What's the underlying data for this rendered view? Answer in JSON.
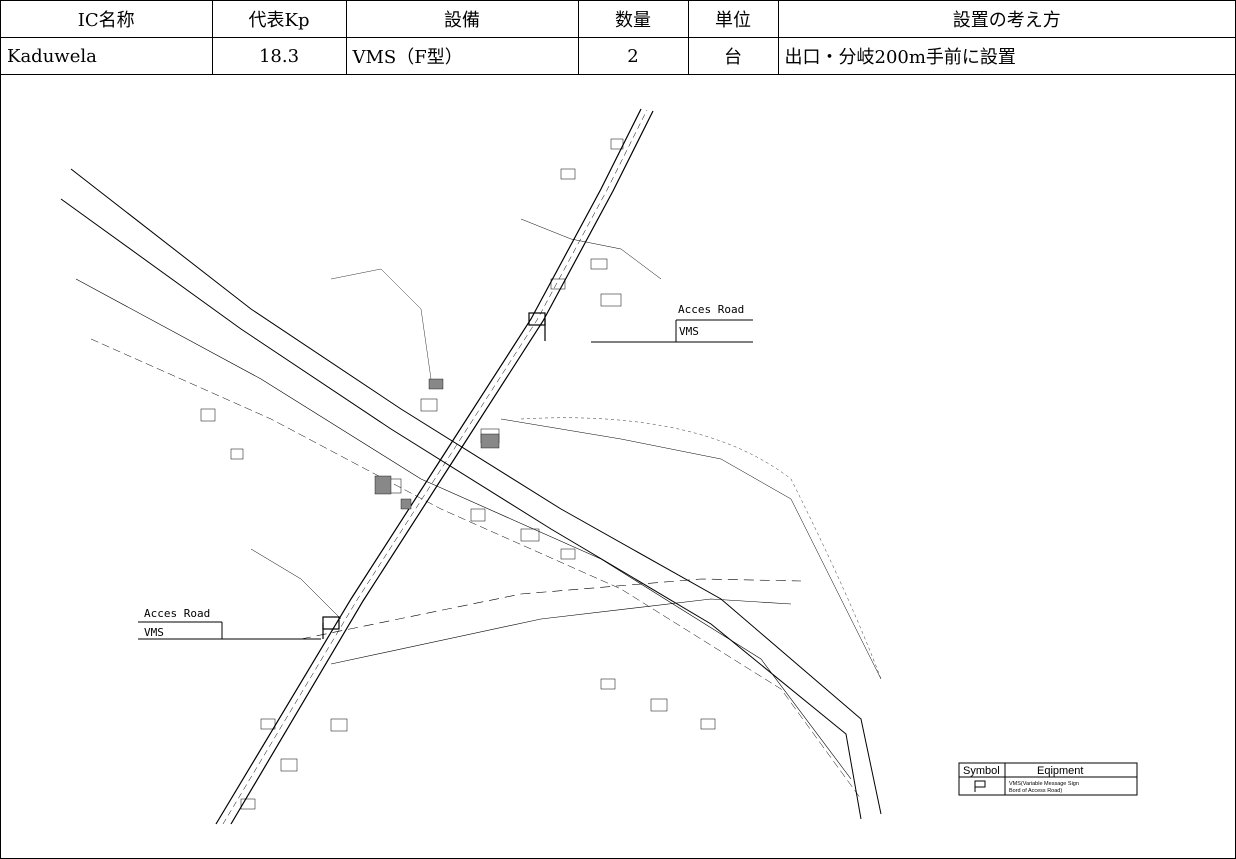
{
  "table": {
    "headers": [
      "IC名称",
      "代表Kp",
      "設備",
      "数量",
      "単位",
      "設置の考え方"
    ],
    "row": [
      "Kaduwela",
      "18.3",
      "VMS（F型）",
      "2",
      "台",
      "出口・分岐200m手前に設置"
    ]
  },
  "map": {
    "callout_top": {
      "title": "Acces Road",
      "label": "VMS"
    },
    "callout_left": {
      "title": "Acces Road",
      "label": "VMS"
    },
    "legend": {
      "header_symbol": "Symbol",
      "header_equipment": "Eqipment",
      "equipment_line1": "VMS(Variable Message Sign",
      "equipment_line2": "Bord of Access Road)"
    }
  }
}
